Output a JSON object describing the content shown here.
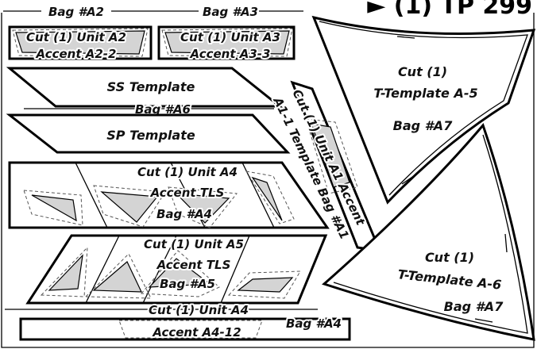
{
  "header": {
    "arrow": "►",
    "label": "(1) TP 299"
  },
  "bags": {
    "a2": "Bag #A2",
    "a3": "Bag #A3",
    "a6": "Bag #A6",
    "a4": "Bag #A4",
    "a5": "Bag #A5",
    "a7": "Bag #A7",
    "a1": "Bag #A1"
  },
  "pieces": {
    "unit_a2": {
      "cut": "Cut (1) Unit A2",
      "accent": "Accent A2-2"
    },
    "unit_a3": {
      "cut": "Cut (1) Unit A3",
      "accent": "Accent A3-3"
    },
    "ss_template": "SS Template",
    "sp_template": "SP Template",
    "unit_a4": {
      "cut": "Cut (1) Unit A4",
      "accent": "Accent TLS"
    },
    "unit_a5": {
      "cut": "Cut (1) Unit A5",
      "accent": "Accent TLS"
    },
    "unit_a4_strip": {
      "cut": "Cut (1) Unit A4",
      "accent": "Accent A4-12"
    },
    "a1_label": {
      "line1": "Cut (1) Unit A1 Accent",
      "line2": "A1-1 Template Bag #A1"
    },
    "t_a5": {
      "cut": "Cut (1)",
      "name": "T-Template A-5"
    },
    "t_a6": {
      "cut": "Cut (1)",
      "name": "T-Template A-6"
    }
  }
}
